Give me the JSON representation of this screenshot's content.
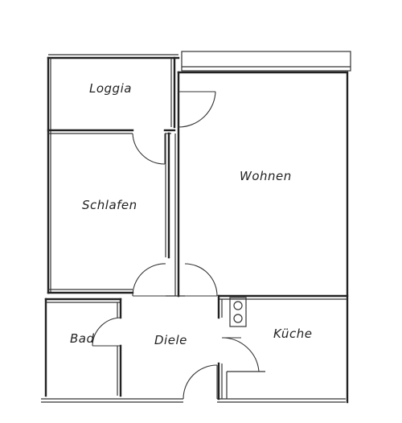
{
  "rooms": {
    "loggia": "Loggia",
    "wohnen": "Wohnen",
    "schlafen": "Schlafen",
    "bad": "Bad",
    "diele": "Diele",
    "kueche": "Küche"
  }
}
